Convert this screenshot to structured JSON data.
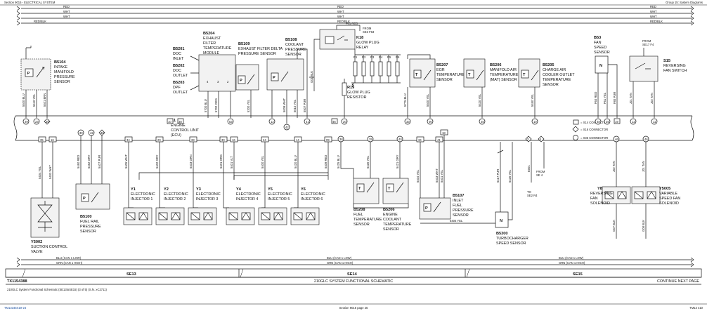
{
  "header": {
    "left": "Section 9015 - ELECTRICAL SYSTEM",
    "right": "Group 15: System Diagrams"
  },
  "buses": [
    {
      "label": "RED",
      "y": 12
    },
    {
      "label": "WHT",
      "y": 19
    },
    {
      "label": "WHT",
      "y": 26
    },
    {
      "label": "RED/BLK",
      "y": 33
    }
  ],
  "ecu": {
    "ref": "A1",
    "lines": [
      "ENGINE",
      "CONTROL UNIT",
      "(ECU)"
    ]
  },
  "legend": [
    "= X14 CONNECTOR",
    "= X16 CONNECTOR",
    "= X36 CONNECTOR"
  ],
  "components": {
    "b5104": {
      "ref": "B5104",
      "lines": [
        "INTAKE",
        "MANIFOLD",
        "PRESSURE",
        "SENSOR"
      ]
    },
    "b5204": {
      "ref": "B5204",
      "lines": [
        "EXHAUST",
        "FILTER",
        "TEMPERATURE",
        "MODULE"
      ]
    },
    "b5201": {
      "ref": "B5201",
      "lines": [
        "DOC",
        "INLET"
      ]
    },
    "b5202": {
      "ref": "B5202",
      "lines": [
        "DOC",
        "OUTLET"
      ]
    },
    "b5203": {
      "ref": "B5203",
      "lines": [
        "DPF",
        "OUTLET"
      ]
    },
    "b5109": {
      "ref": "B5109",
      "lines": [
        "EXHAUST FILTER DELTA",
        "PRESSURE SENSOR"
      ]
    },
    "b5108": {
      "ref": "B5108",
      "lines": [
        "COOLANT",
        "PRESSURE",
        "SENSOR"
      ]
    },
    "k18": {
      "ref": "K18",
      "lines": [
        "GLOW PLUG",
        "RELAY"
      ]
    },
    "r19": {
      "ref": "R19",
      "lines": [
        "GLOW PLUG",
        "RESISTOR"
      ]
    },
    "b5207": {
      "ref": "B5207",
      "lines": [
        "EGR",
        "TEMPERATURE",
        "SENSOR"
      ]
    },
    "b5206": {
      "ref": "B5206",
      "lines": [
        "MANIFOLD AIR",
        "TEMPERATURE",
        "(MAT) SENSOR"
      ]
    },
    "b5205": {
      "ref": "B5205",
      "lines": [
        "CHARGE AIR",
        "COOLER OUTLET",
        "TEMPERATURE",
        "SENSOR"
      ]
    },
    "b53": {
      "ref": "B53",
      "lines": [
        "FAN",
        "SPEED",
        "SENSOR"
      ]
    },
    "s15": {
      "ref": "S15",
      "lines": [
        "REVERSING",
        "FAN SWITCH"
      ]
    },
    "y5002": {
      "ref": "Y5002",
      "lines": [
        "SUCTION CONTROL",
        "VALVE"
      ]
    },
    "b5100": {
      "ref": "B5100",
      "lines": [
        "FUEL RAIL",
        "PRESSURE",
        "SENSOR"
      ]
    },
    "b5208": {
      "ref": "B5208",
      "lines": [
        "FUEL",
        "TEMPERATURE",
        "SENSOR"
      ]
    },
    "b5206b": {
      "ref": "B5206",
      "lines": [
        "ENGINE",
        "COOLANT",
        "TEMPERATURE",
        "SENSOR"
      ]
    },
    "b5107": {
      "ref": "B5107",
      "lines": [
        "INLET",
        "FUEL",
        "PRESSURE",
        "SENSOR"
      ]
    },
    "b5300": {
      "ref": "B5300",
      "lines": [
        "TURBOCHARGER",
        "SPEED SENSOR"
      ]
    },
    "y8": {
      "ref": "Y8",
      "lines": [
        "REVERSING",
        "FAN",
        "SOLENOID"
      ]
    },
    "y5005": {
      "ref": "Y5005",
      "lines": [
        "VARIABLE",
        "SPEED FAN",
        "SOLENOID"
      ]
    }
  },
  "injectors": [
    {
      "ref": "Y1",
      "label": "ELECTRONIC",
      "label2": "INJECTOR 1"
    },
    {
      "ref": "Y2",
      "label": "ELECTRONIC",
      "label2": "INJECTOR 2"
    },
    {
      "ref": "Y3",
      "label": "ELECTRONIC",
      "label2": "INJECTOR 3"
    },
    {
      "ref": "Y4",
      "label": "ELECTRONIC",
      "label2": "INJECTOR 4"
    },
    {
      "ref": "Y5",
      "label": "ELECTRONIC",
      "label2": "INJECTOR 5"
    },
    {
      "ref": "Y6",
      "label": "ELECTRONIC",
      "label2": "INJECTOR 6"
    }
  ],
  "glow_plugs": [
    "R1",
    "R2",
    "R3",
    "R4",
    "R5",
    "R6"
  ],
  "from_refs": {
    "fuse1": "FROM",
    "fuse1b": "SE3 F63",
    "fuse2": "FROM",
    "fuse2b": "SE17 F4",
    "se4": "FROM",
    "se4b": "SE 4",
    "se2": "TO",
    "se2b": "SE2 R4"
  },
  "bottom_buses": [
    {
      "label": "BLU (CAN 1 LOW)"
    },
    {
      "label": "GRN (CAN 1 HIGH)"
    }
  ],
  "sections": [
    "SE13",
    "SE14",
    "SE15"
  ],
  "footer": {
    "tx": "TX1154388",
    "center": "210GLC SYSTEM FUNCTIONAL SCHEMATIC",
    "right": "CONTINUE NEXT PAGE",
    "caption": "210GLC System Functional Schematic (SE13toSE15) (3 of 5) (S.N. ≥C2711)",
    "page_left": "TM13345X19-24",
    "page_center": "Section 9015 page 25",
    "page_right": "TM13 410"
  },
  "wire_labels": {
    "w1": "5400 BLU",
    "w2": "5410 YEL",
    "w3": "5401 BRN",
    "w4": "5700 BLU",
    "w5": "5702 ORG",
    "w6": "5200 YEL",
    "w7": "5009 WHT",
    "w8": "5010 YEL",
    "w9": "5507 PUR",
    "w10": "G01 BLK",
    "w11": "5775 BLU",
    "w12": "5400 YEL",
    "w13": "5420 YEL",
    "w14": "5450 YEL",
    "w15": "F60 RED",
    "w16": "F61 YEL",
    "w17": "F80 PUR",
    "w18": "J01 TAN",
    "w19": "J02 TAN",
    "w20": "5404 YEL",
    "w21": "5403 WHT",
    "w22": "5460 RED",
    "w23": "5462 GRY",
    "w24": "5407 PUR",
    "w25": "5405 WHT",
    "w26": "5402 GRY",
    "w27": "5403 GRN",
    "w28": "5401 ORG",
    "w29": "5401 VLT",
    "w30": "5400 YEL",
    "w31": "5420 BLU",
    "w32": "5409 RED",
    "w33": "5425 BLU",
    "w34": "5420 YEL",
    "w35": "5421 GRY",
    "w36": "5404 YEL",
    "w37": "5403 WHT",
    "w38": "5401 YEL",
    "w39": "5417 PUR",
    "w40": "5425 YEL",
    "w41": "5404 YEL",
    "w42": "E001",
    "w43": "J02 TAN",
    "w44": "J01 TAN",
    "w45": "G07 BLK",
    "w46": "G08 BLK",
    "w47": "5404 YEL",
    "w48": "5402 YEL"
  }
}
